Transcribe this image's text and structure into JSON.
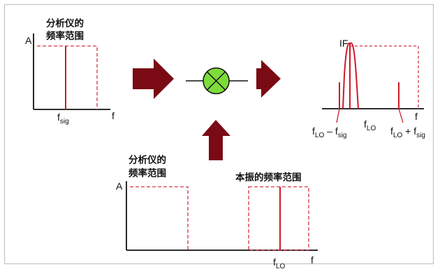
{
  "diagram": {
    "panel1": {
      "title_line1": "分析仪的",
      "title_line2": "频率范围",
      "y_axis": "A",
      "x_axis": "f",
      "signal_label": {
        "base": "f",
        "sub": "sig"
      }
    },
    "panel2": {
      "title_line1": "分析仪的",
      "title_line2": "频率范围",
      "y_axis": "A",
      "x_axis": "f",
      "lo_title": "本振的频率范围",
      "lo_label": {
        "base": "f",
        "sub": "LO"
      }
    },
    "output": {
      "if_label": "IF",
      "x_axis": "f",
      "diff_label": {
        "a": "f",
        "a_sub": "LO",
        "op": " – ",
        "b": "f",
        "b_sub": "sig"
      },
      "lo_label": {
        "base": "f",
        "sub": "LO"
      },
      "sum_label": {
        "a": "f",
        "a_sub": "LO",
        "op": " + ",
        "b": "f",
        "b_sub": "sig"
      }
    },
    "colors": {
      "arrow": "#7a0a14",
      "signal": "#cc1a2a",
      "dashed": "#d63344",
      "mixer_fill": "#7ddc3a",
      "frame": "#c4c4c4",
      "axis": "#111111"
    },
    "icons": {
      "mixer": "mixer-icon",
      "arrow": "block-arrow-icon"
    }
  }
}
